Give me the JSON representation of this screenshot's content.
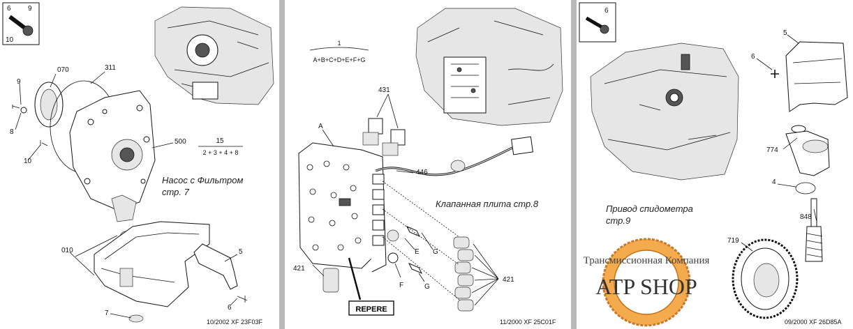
{
  "panel1": {
    "bolt_labels": [
      "6",
      "9",
      "10"
    ],
    "callouts": {
      "c070": "070",
      "c311": "311",
      "c500": "500",
      "c9": "9",
      "c8": "8",
      "c10": "10",
      "c010": "010",
      "c5": "5",
      "c7": "7",
      "c6": "6"
    },
    "fraction_top": "15",
    "fraction_bottom": "2 + 3 + 4 + 8",
    "caption_line1": "Насос с Фильтром",
    "caption_line2": "стр. 7",
    "ref": "10/2002  XF 23F03F"
  },
  "panel2": {
    "fraction_top": "1",
    "fraction_bottom": "A+B+C+D+E+F+G",
    "callouts": {
      "c431a": "431",
      "cA": "A",
      "c446": "446",
      "cE": "E",
      "cG1": "G",
      "cF": "F",
      "cG2": "G",
      "c421a": "421",
      "c421b": "421"
    },
    "repere": "REPERE",
    "caption": "Клапанная плита стр.8",
    "ref": "11/2000  XF 25C01F"
  },
  "panel3": {
    "bolt_label": "6",
    "callouts": {
      "c5": "5",
      "c6": "6",
      "c774": "774",
      "c4": "4",
      "c848": "848",
      "c719": "719"
    },
    "caption_line1": "Привод спидометра",
    "caption_line2": "стр.9",
    "watermark_line1": "Трансмиссионная Компания",
    "watermark_line2": "ATP SHOP",
    "ref": "09/2000  XF 26D85A"
  }
}
